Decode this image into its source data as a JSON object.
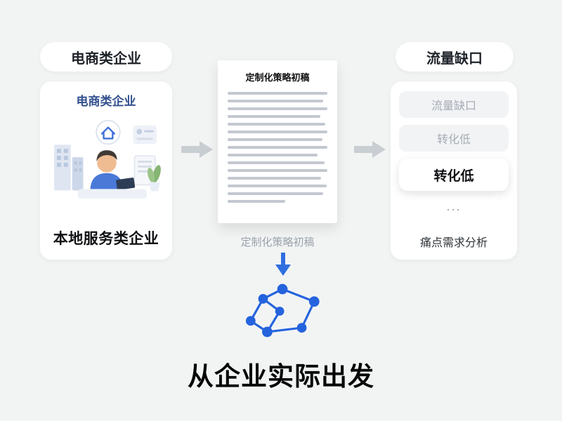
{
  "colors": {
    "background": "#f2f4f4",
    "accent_blue": "#2463dd",
    "arrow_gray": "#c9ced3",
    "muted_text": "#9aa2ab"
  },
  "left_column": {
    "pill_label": "电商类企业",
    "card_title": "电商类企业",
    "card_caption": "本地服务类企业",
    "illustration": "office-worker-illustration"
  },
  "center_column": {
    "document_title": "定制化策略初稿",
    "document_line_widths_percent": [
      100,
      96,
      100,
      93,
      98,
      100,
      95,
      100,
      90,
      97,
      100,
      94,
      99,
      96,
      58
    ],
    "caption": "定制化策略初稿",
    "headline": "从企业实际出发"
  },
  "right_column": {
    "pill_label": "流量缺口",
    "items": [
      {
        "label": "流量缺口",
        "variant": "muted"
      },
      {
        "label": "转化低",
        "variant": "muted"
      },
      {
        "label": "转化低",
        "variant": "active"
      },
      {
        "label": "...",
        "variant": "ellipsis"
      }
    ],
    "caption": "痛点需求分析"
  },
  "icons": {
    "flow_arrow": "right-arrow-icon",
    "down_arrow": "down-arrow-icon",
    "network": "network-graph-icon",
    "house_badge": "house-icon",
    "profile_card": "profile-card-icon"
  }
}
